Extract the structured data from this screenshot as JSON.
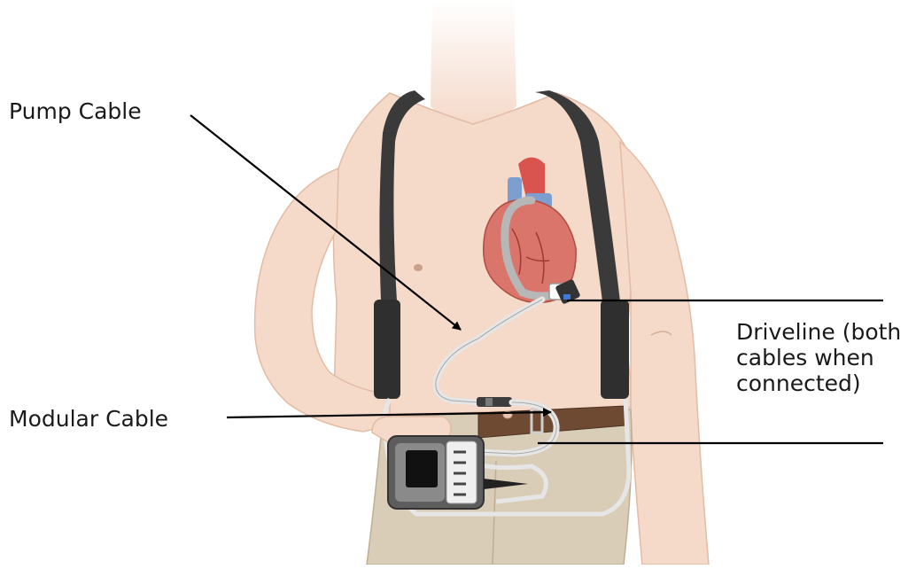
{
  "labels": {
    "pump_cable": "Pump Cable",
    "modular_cable": "Modular Cable",
    "driveline_line1": "Driveline (both",
    "driveline_line2": "cables when",
    "driveline_line3": "connected)"
  },
  "colors": {
    "skin": "#f5d9c9",
    "skin_shadow": "#e9c3ae",
    "harness": "#3a3a3a",
    "pants": "#d9cdb8",
    "belt": "#6e4a33",
    "cable": "#e6e6e6",
    "heart": "#d9756a",
    "vessel_blue": "#7d9fd0",
    "controller": "#5d5d5d",
    "line": "#000000"
  }
}
